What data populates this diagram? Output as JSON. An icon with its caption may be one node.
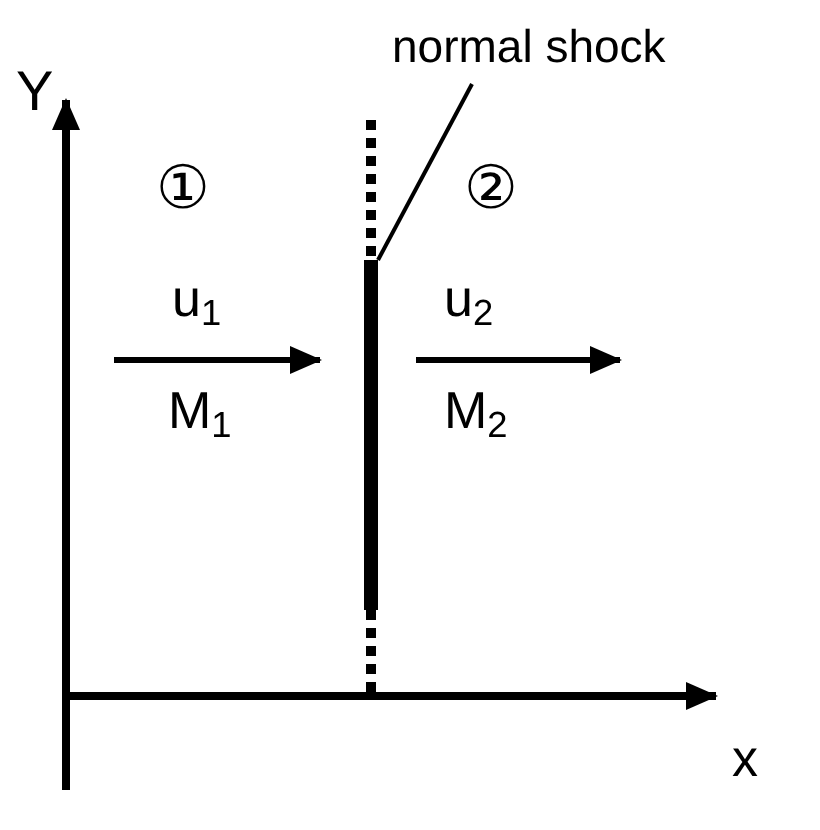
{
  "diagram": {
    "nodes": [
      {
        "text": [
          "normal shock"
        ]
      },
      {
        "text": [],
        "shape": "bar"
      }
    ],
    "edges": [
      {
        "from": 0,
        "to": 1,
        "arrow": "none"
      }
    ],
    "labels": [
      "Y",
      "①",
      "②",
      "u$_{1}$",
      "M$_{1}$",
      "u$_{2}$",
      "M$_{2}$",
      "x"
    ]
  }
}
